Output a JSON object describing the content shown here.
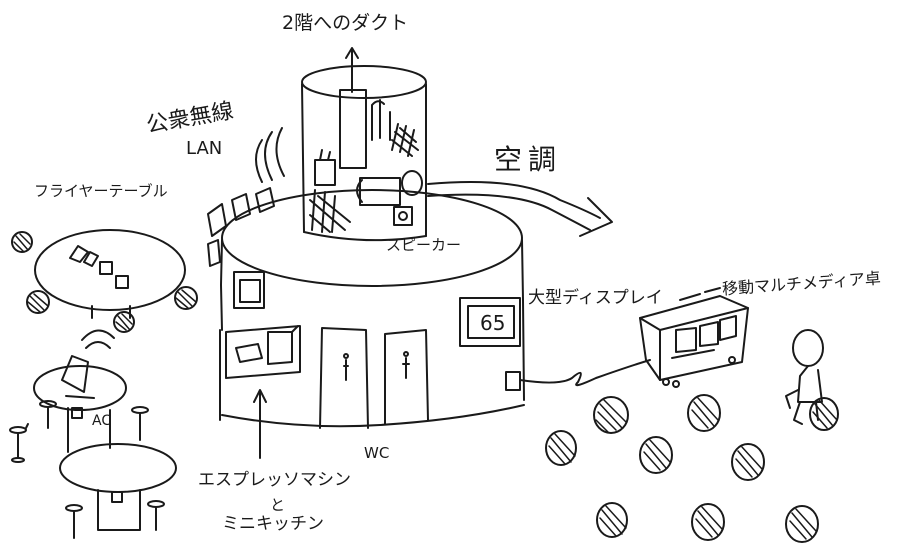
{
  "colors": {
    "ink": "#1a1a1a",
    "paper": "#ffffff"
  },
  "labels": {
    "duct": "2階へのダクト",
    "wifi_line1": "公衆無線",
    "wifi_line2": "LAN",
    "aircon": "空調",
    "flyer_table": "フライヤーテーブル",
    "speaker": "スピーカー",
    "display": "大型ディスプレイ",
    "display_size": "65",
    "mobile_desk": "移動マルチメディア卓",
    "ac": "AC",
    "wc": "WC",
    "espresso_line1": "エスプレッソマシン",
    "espresso_line2": "と",
    "espresso_line3": "ミニキッチン"
  }
}
